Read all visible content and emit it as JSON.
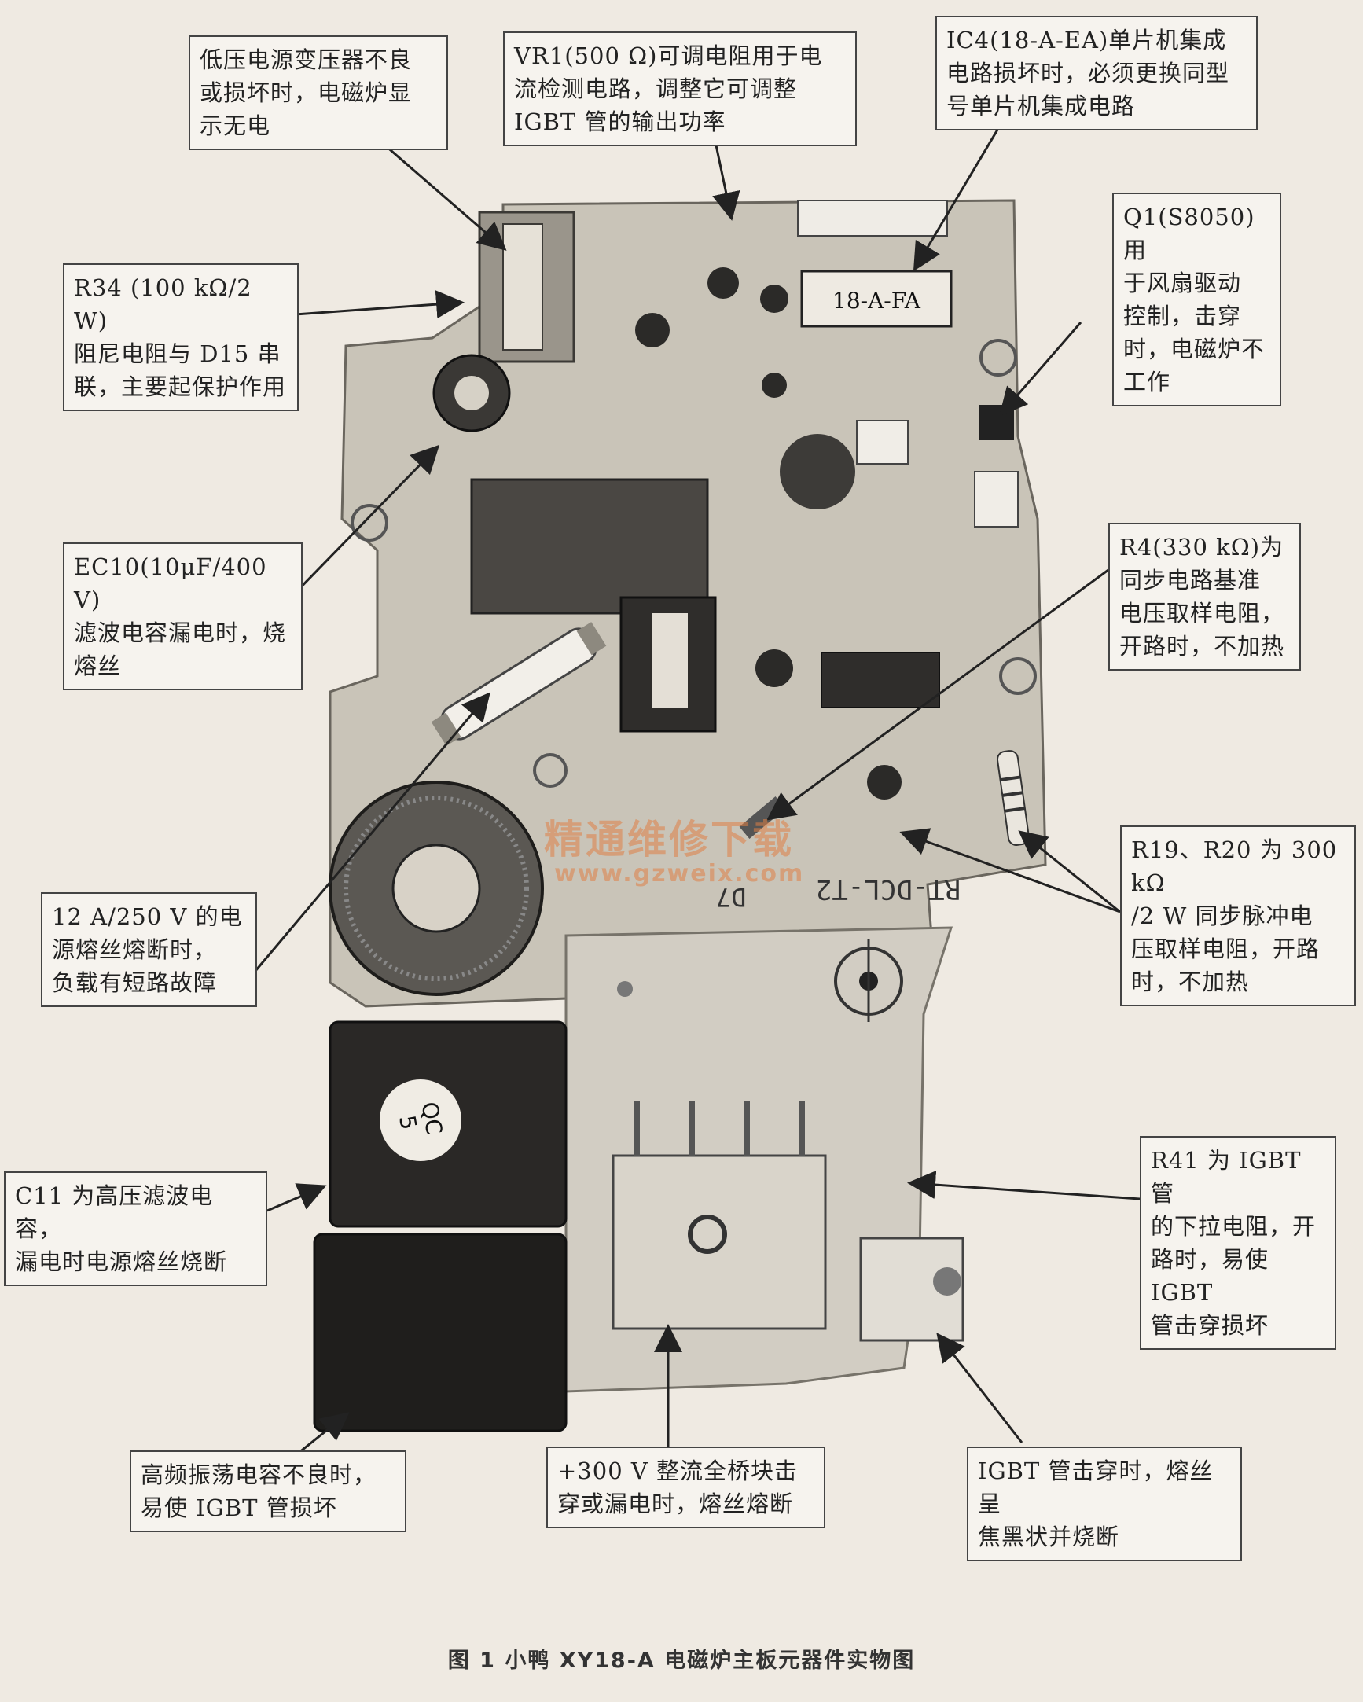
{
  "figure": {
    "caption": "图 1  小鸭 XY18-A 电磁炉主板元器件实物图",
    "watermark": "精通维修下载",
    "watermark_url": "www.gzweix.com"
  },
  "board": {
    "ic_marking": "18-A-FA",
    "board_marking": "RT-DCL-T2",
    "d7_marking": "D7",
    "qc_marking": "QC\n5"
  },
  "callouts": [
    {
      "id": "transformer",
      "text": "低压电源变压器不良\n或损坏时，电磁炉显\n示无电"
    },
    {
      "id": "vr1",
      "text": "VR1(500  Ω)可调电阻用于电\n流检测电路，调整它可调整\nIGBT 管的输出功率"
    },
    {
      "id": "ic4",
      "text": "IC4(18-A-EA)单片机集成\n电路损坏时，必须更换同型\n号单片机集成电路"
    },
    {
      "id": "r34",
      "text": "R34 (100 kΩ/2 W)\n阻尼电阻与 D15 串\n联，主要起保护作用"
    },
    {
      "id": "q1",
      "text": "Q1(S8050)用\n于风扇驱动\n控制，击穿\n时，电磁炉不\n工作"
    },
    {
      "id": "ec10",
      "text": "EC10(10μF/400 V)\n滤波电容漏电时，烧\n熔丝"
    },
    {
      "id": "r4",
      "text": "R4(330 kΩ)为\n同步电路基准\n电压取样电阻，\n开路时，不加热"
    },
    {
      "id": "r19r20",
      "text": "R19、R20 为 300 kΩ\n/2 W 同步脉冲电\n压取样电阻，开路\n时，不加热"
    },
    {
      "id": "fuse",
      "text": "12 A/250 V 的电\n源熔丝熔断时，\n负载有短路故障"
    },
    {
      "id": "c11",
      "text": "C11 为高压滤波电容，\n漏电时电源熔丝烧断"
    },
    {
      "id": "r41",
      "text": "R41 为 IGBT 管\n的下拉电阻，开\n路时，易使 IGBT\n管击穿损坏"
    },
    {
      "id": "hf_cap",
      "text": "高频振荡电容不良时，\n易使 IGBT 管损坏"
    },
    {
      "id": "bridge",
      "text": "+300 V 整流全桥块击\n穿或漏电时，熔丝熔断"
    },
    {
      "id": "igbt",
      "text": "IGBT 管击穿时，熔丝呈\n焦黑状并烧断"
    }
  ]
}
